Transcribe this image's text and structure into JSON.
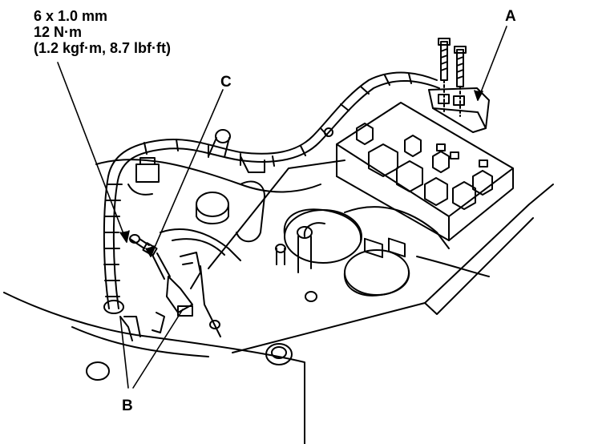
{
  "spec": {
    "line1": "6 x 1.0 mm",
    "line2": "12 N·m",
    "line3": "(1.2 kgf·m, 8.7 lbf·ft)"
  },
  "callouts": {
    "a": "A",
    "b": "B",
    "c": "C"
  },
  "colors": {
    "ink": "#000000",
    "paper": "#ffffff"
  }
}
